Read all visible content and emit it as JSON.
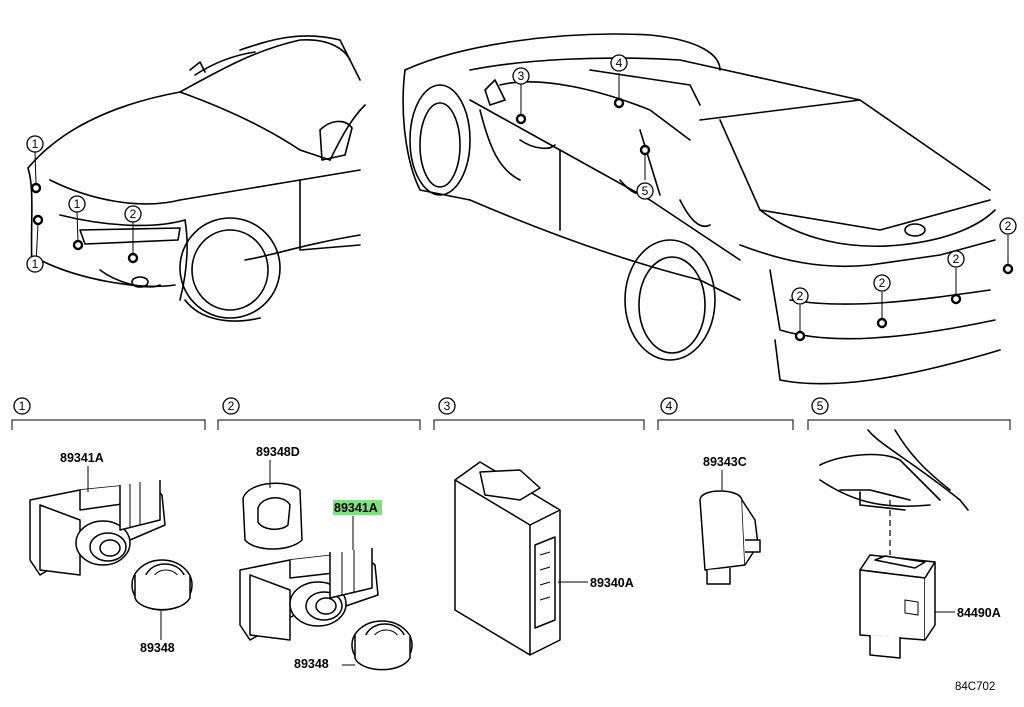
{
  "callout_labels": {
    "c1": "1",
    "c2": "2",
    "c3": "3",
    "c4": "4",
    "c5": "5"
  },
  "parts": {
    "p89341A_1": "89341A",
    "p89348_1": "89348",
    "p89348D": "89348D",
    "p89341A_2": "89341A",
    "p89348_2": "89348",
    "p89340A": "89340A",
    "p89343C": "89343C",
    "p84490A": "84490A"
  },
  "highlighted_part": "89341A",
  "highlight_color": "#7fe07f",
  "diagram_code": "84C702"
}
